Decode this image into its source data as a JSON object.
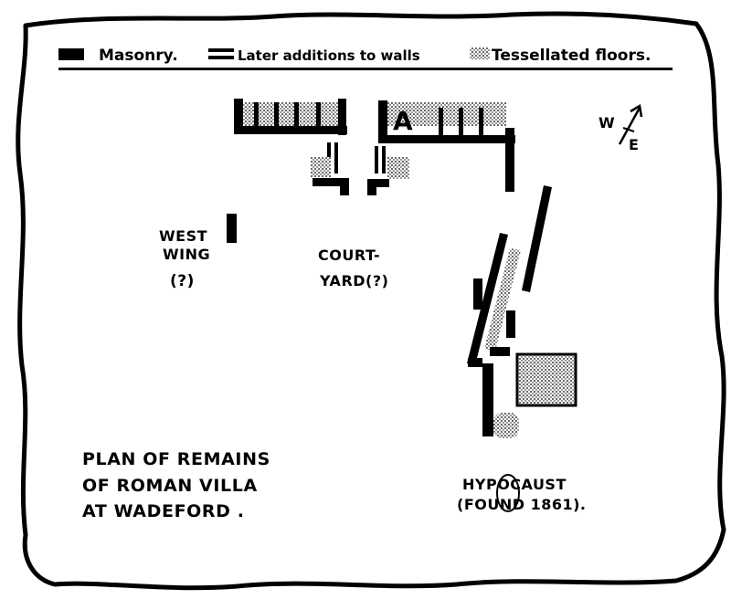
{
  "legend": {
    "masonry": "Masonry.",
    "later_additions": "Later additions to walls",
    "tessellated": "Tessellated floors."
  },
  "labels": {
    "west_wing_1": "WEST",
    "west_wing_2": "WING",
    "west_wing_q": "(?)",
    "courtyard_1": "COURT-",
    "courtyard_2": "YARD(?)",
    "room_a": "A",
    "hypocaust_1": "HYPOCAUST",
    "hypocaust_2": "(FOUND 1861).",
    "compass_w": "W",
    "compass_e": "E"
  },
  "title": {
    "line1": "PLAN OF REMAINS",
    "line2": "OF ROMAN VILLA",
    "line3": "AT WADEFORD ."
  },
  "colors": {
    "ink": "#000000",
    "paper": "#ffffff"
  }
}
